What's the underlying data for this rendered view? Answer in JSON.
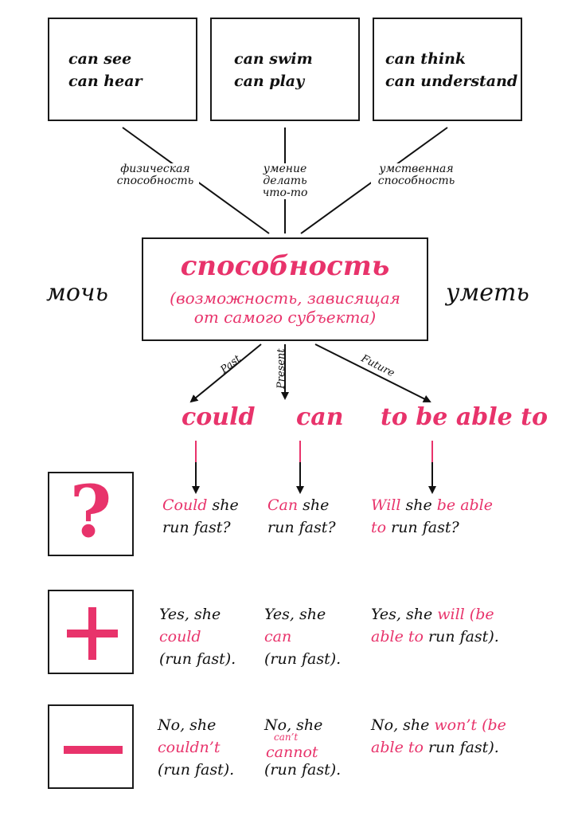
{
  "top_boxes": [
    {
      "line1": "can see",
      "line2": "can hear"
    },
    {
      "line1": "can swim",
      "line2": "can play"
    },
    {
      "line1": "can think",
      "line2": "can understand"
    }
  ],
  "connector_labels": [
    {
      "line1": "физическая",
      "line2": "способность",
      "line3": ""
    },
    {
      "line1": "умение",
      "line2": "делать",
      "line3": "что-то"
    },
    {
      "line1": "умственная",
      "line2": "способность",
      "line3": ""
    }
  ],
  "center": {
    "title": "способность",
    "subtitle_line1": "(возможность, зависящая",
    "subtitle_line2": "от самого субъекта)"
  },
  "side_words": {
    "left": "мочь",
    "right": "уметь"
  },
  "tenses": {
    "past": "Past",
    "present": "Present",
    "future": "Future"
  },
  "modals": {
    "past": "could",
    "present": "can",
    "future": "to be able to"
  },
  "symbols": {
    "question": "?",
    "plus": "+",
    "minus": "—"
  },
  "question_row": {
    "past": {
      "modal": "Could",
      "rest1": " she",
      "line2": "run fast?"
    },
    "present": {
      "modal": "Can",
      "rest1": " she",
      "line2": "run fast?"
    },
    "future": {
      "modal": "Will",
      "mid": " she ",
      "modal2": "be able",
      "line2_modal": "to",
      "line2_rest": " run fast?"
    }
  },
  "plus_row": {
    "past": {
      "line1": "Yes, she",
      "modal": "could",
      "line3": "(run fast)."
    },
    "present": {
      "line1": "Yes, she",
      "modal": "can",
      "line3": "(run fast)."
    },
    "future": {
      "line1": "Yes, she ",
      "modal": "will (be",
      "line2_modal": "able to",
      "line2_rest": " run fast)."
    }
  },
  "minus_row": {
    "past": {
      "line1": "No, she",
      "modal": "couldn’t",
      "line3": "(run fast)."
    },
    "present": {
      "line1": "No, she",
      "small_modal": "can’t",
      "modal": "cannot",
      "line3": "(run fast)."
    },
    "future": {
      "line1": "No, she ",
      "modal": "won’t (be",
      "line2_modal": "able to",
      "line2_rest": " run fast)."
    }
  },
  "colors": {
    "accent": "#e8336b",
    "ink": "#111111"
  }
}
